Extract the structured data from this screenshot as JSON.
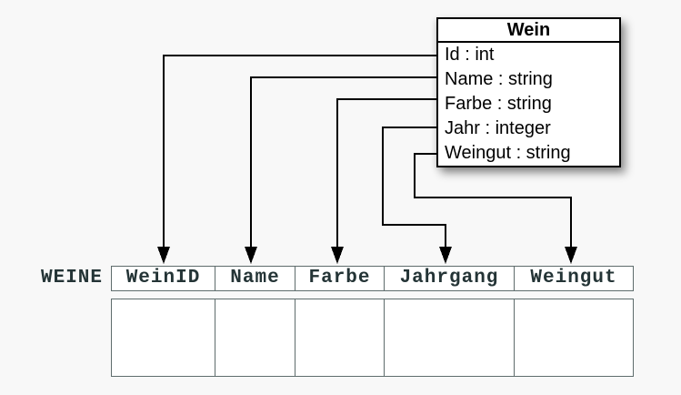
{
  "diagram": {
    "class_box": {
      "title": "Wein",
      "attributes": [
        "Id : int",
        "Name : string",
        "Farbe : string",
        "Jahr : integer",
        "Weingut : string"
      ]
    },
    "table": {
      "name": "WEINE",
      "columns": [
        "WeinID",
        "Name",
        "Farbe",
        "Jahrgang",
        "Weingut"
      ],
      "body_rows": 1,
      "body_cells_empty": true
    },
    "mappings": [
      {
        "from": "Id",
        "to": "WeinID"
      },
      {
        "from": "Name",
        "to": "Name"
      },
      {
        "from": "Farbe",
        "to": "Farbe"
      },
      {
        "from": "Jahr",
        "to": "Jahrgang"
      },
      {
        "from": "Weingut",
        "to": "Weingut"
      }
    ],
    "colors": {
      "background": "#f8f8f8",
      "class_box_border": "#000000",
      "connector": "#000000",
      "table_border": "#5e6c6c",
      "table_text": "#243436"
    }
  }
}
